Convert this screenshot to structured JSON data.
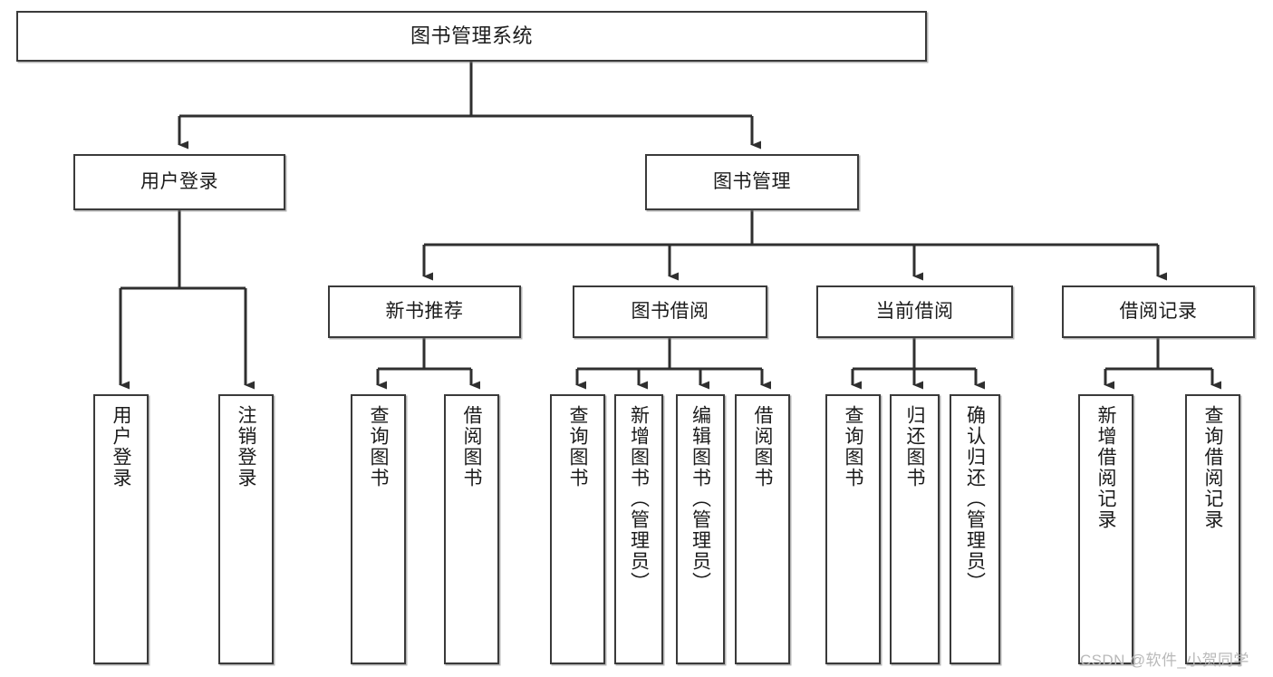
{
  "diagram": {
    "title": "图书管理系统",
    "type": "tree / functional structure chart",
    "root": {
      "label": "图书管理系统"
    },
    "level2": [
      {
        "label": "用户登录"
      },
      {
        "label": "图书管理"
      }
    ],
    "level3": [
      {
        "label": "新书推荐"
      },
      {
        "label": "图书借阅"
      },
      {
        "label": "当前借阅"
      },
      {
        "label": "借阅记录"
      }
    ],
    "leaves": {
      "user_login": [
        {
          "label": "用户登录"
        },
        {
          "label": "注销登录"
        }
      ],
      "new_book_recommend": [
        {
          "label": "查询图书"
        },
        {
          "label": "借阅图书"
        }
      ],
      "book_borrow": [
        {
          "label": "查询图书"
        },
        {
          "label": "新增图书（管理员）"
        },
        {
          "label": "编辑图书（管理员）"
        },
        {
          "label": "借阅图书"
        }
      ],
      "current_borrow": [
        {
          "label": "查询图书"
        },
        {
          "label": "归还图书"
        },
        {
          "label": "确认归还（管理员）"
        }
      ],
      "borrow_record": [
        {
          "label": "新增借阅记录"
        },
        {
          "label": "查询借阅记录"
        }
      ]
    }
  },
  "watermark": {
    "text": "CSDN @软件_小贺同学"
  },
  "colors": {
    "box_border": "#3a3a3a",
    "box_fill": "#ffffff",
    "text": "#1b1b1b",
    "connector": "#2f2f2f",
    "watermark": "#b9b9b9",
    "background": "#ffffff"
  }
}
